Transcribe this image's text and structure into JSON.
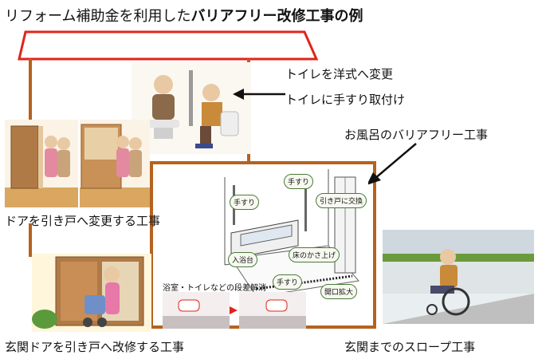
{
  "title": {
    "prefix": "リフォーム補助金を利用した",
    "emphasis": "バリアフリー改修工事の例"
  },
  "annotations": {
    "toilet_line1": "トイレを洋式へ変更",
    "toilet_line2": "トイレに手すり取付け",
    "bath": "お風呂のバリアフリー工事",
    "door": "ドアを引き戸へ変更する工事",
    "entrance_door": "玄関ドアを引き戸へ改修する工事",
    "slope": "玄関までのスロープ工事",
    "step_removal": "浴室・トイレなどの段差解消"
  },
  "bath_tags": {
    "handrail_1": "手すり",
    "handrail_2": "手すり",
    "handrail_3": "手すり",
    "sliding_door": "引き戸に交換",
    "bath_step": "入浴台",
    "floor_raise": "床のかさ上げ",
    "widen_opening": "開口拡大"
  },
  "colors": {
    "frame": "#b5621f",
    "roof_border": "#e0241b",
    "tag_border": "#4a7a3a"
  }
}
